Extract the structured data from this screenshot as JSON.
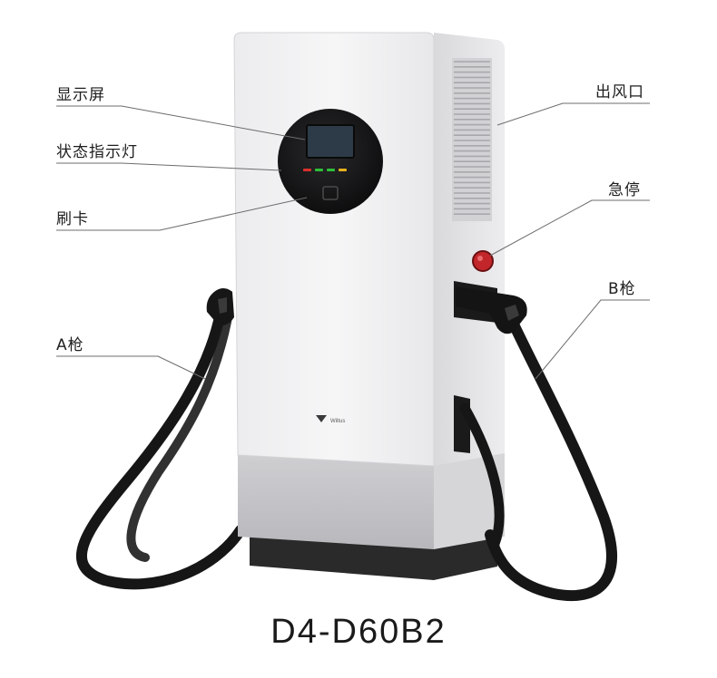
{
  "product": {
    "model": "D4-D60B2",
    "brand_text": "Wiltus"
  },
  "callouts": [
    {
      "id": "display",
      "label": "显示屏"
    },
    {
      "id": "status_light",
      "label": "状态指示灯"
    },
    {
      "id": "card_swipe",
      "label": "刷卡"
    },
    {
      "id": "gun_a",
      "label": "A枪"
    },
    {
      "id": "air_outlet",
      "label": "出风口"
    },
    {
      "id": "emergency_stop",
      "label": "急停"
    },
    {
      "id": "gun_b",
      "label": "B枪"
    }
  ],
  "indicator_colors": [
    "#d8322e",
    "#2fbf3a",
    "#2fbf3a",
    "#e6b21e"
  ],
  "colors": {
    "body": "#f2f2f3",
    "side_panel": "#e4e4e6",
    "base": "#c8c8cb",
    "plinth": "#2a2a2a",
    "panel": "#161616",
    "screen": "#2c3b47",
    "cable": "#161616",
    "leader_line": "#6c6c6c",
    "estop_red": "#c2262a"
  }
}
